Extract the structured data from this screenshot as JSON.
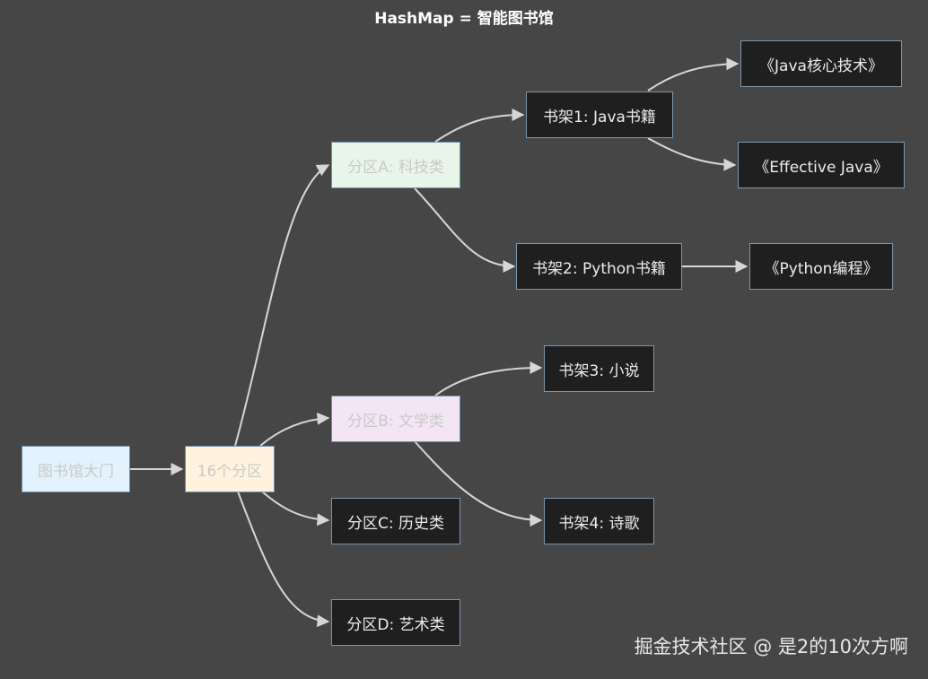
{
  "title": "HashMap = 智能图书馆",
  "nodes": {
    "entrance": "图书馆大门",
    "partitions": "16个分区",
    "partition_a": "分区A: 科技类",
    "partition_b": "分区B: 文学类",
    "partition_c": "分区C: 历史类",
    "partition_d": "分区D: 艺术类",
    "shelf_1": "书架1: Java书籍",
    "shelf_2": "书架2: Python书籍",
    "shelf_3": "书架3: 小说",
    "shelf_4": "书架4: 诗歌",
    "book_java_core": "《Java核心技术》",
    "book_effective_java": "《Effective Java》",
    "book_python": "《Python编程》"
  },
  "node_fills": {
    "entrance": "#e3f2fd",
    "partitions": "#fff3e0",
    "partition_a": "#e8f5e9",
    "partition_b": "#f3e5f5",
    "default": "#1f1f1f"
  },
  "edge_color": "#d6d6d6",
  "watermark": "掘金技术社区 @ 是2的10次方啊"
}
